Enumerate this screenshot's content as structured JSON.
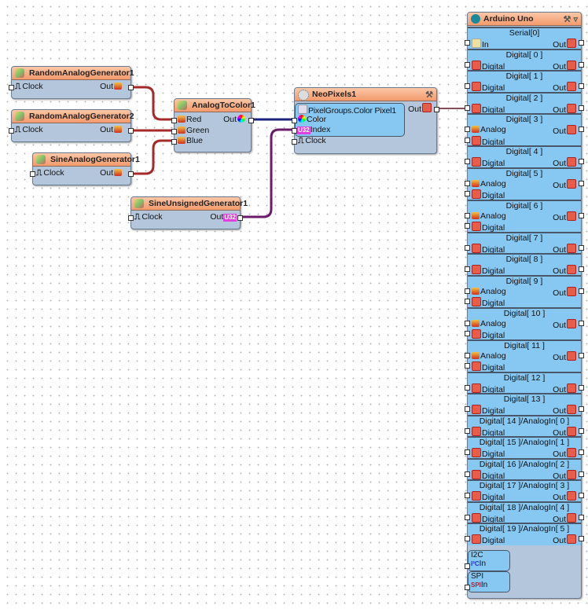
{
  "components": {
    "rag1": {
      "title": "RandomAnalogGenerator1",
      "clock": "Clock",
      "out": "Out"
    },
    "rag2": {
      "title": "RandomAnalogGenerator2",
      "clock": "Clock",
      "out": "Out"
    },
    "sag1": {
      "title": "SineAnalogGenerator1",
      "clock": "Clock",
      "out": "Out"
    },
    "a2c": {
      "title": "AnalogToColor1",
      "red": "Red",
      "green": "Green",
      "blue": "Blue",
      "out": "Out"
    },
    "sug1": {
      "title": "SineUnsignedGenerator1",
      "clock": "Clock",
      "out": "Out",
      "type_badge": "U32"
    },
    "neo": {
      "title": "NeoPixels1",
      "group": "PixelGroups.Color Pixel1",
      "color": "Color",
      "index": "Index",
      "index_badge": "U32",
      "clock": "Clock",
      "out": "Out"
    }
  },
  "arduino": {
    "title": "Arduino Uno",
    "sections": [
      {
        "title": "Serial[0]",
        "rows": [
          [
            "In",
            "Out"
          ]
        ]
      },
      {
        "title": "Digital[ 0 ]",
        "rows": [
          [
            "Digital",
            "Out"
          ]
        ]
      },
      {
        "title": "Digital[ 1 ]",
        "rows": [
          [
            "Digital",
            "Out"
          ]
        ]
      },
      {
        "title": "Digital[ 2 ]",
        "rows": [
          [
            "Digital",
            "Out"
          ]
        ]
      },
      {
        "title": "Digital[ 3 ]",
        "rows": [
          [
            "Analog",
            "Out"
          ],
          [
            "Digital",
            ""
          ]
        ]
      },
      {
        "title": "Digital[ 4 ]",
        "rows": [
          [
            "Digital",
            "Out"
          ]
        ]
      },
      {
        "title": "Digital[ 5 ]",
        "rows": [
          [
            "Analog",
            "Out"
          ],
          [
            "Digital",
            ""
          ]
        ]
      },
      {
        "title": "Digital[ 6 ]",
        "rows": [
          [
            "Analog",
            "Out"
          ],
          [
            "Digital",
            ""
          ]
        ]
      },
      {
        "title": "Digital[ 7 ]",
        "rows": [
          [
            "Digital",
            "Out"
          ]
        ]
      },
      {
        "title": "Digital[ 8 ]",
        "rows": [
          [
            "Digital",
            "Out"
          ]
        ]
      },
      {
        "title": "Digital[ 9 ]",
        "rows": [
          [
            "Analog",
            "Out"
          ],
          [
            "Digital",
            ""
          ]
        ]
      },
      {
        "title": "Digital[ 10 ]",
        "rows": [
          [
            "Analog",
            "Out"
          ],
          [
            "Digital",
            ""
          ]
        ]
      },
      {
        "title": "Digital[ 11 ]",
        "rows": [
          [
            "Analog",
            "Out"
          ],
          [
            "Digital",
            ""
          ]
        ]
      },
      {
        "title": "Digital[ 12 ]",
        "rows": [
          [
            "Digital",
            "Out"
          ]
        ]
      },
      {
        "title": "Digital[ 13 ]",
        "rows": [
          [
            "Digital",
            "Out"
          ]
        ]
      },
      {
        "title": "Digital[ 14 ]/AnalogIn[ 0 ]",
        "rows": [
          [
            "Digital",
            "Out"
          ]
        ]
      },
      {
        "title": "Digital[ 15 ]/AnalogIn[ 1 ]",
        "rows": [
          [
            "Digital",
            "Out"
          ]
        ]
      },
      {
        "title": "Digital[ 16 ]/AnalogIn[ 2 ]",
        "rows": [
          [
            "Digital",
            "Out"
          ]
        ]
      },
      {
        "title": "Digital[ 17 ]/AnalogIn[ 3 ]",
        "rows": [
          [
            "Digital",
            "Out"
          ]
        ]
      },
      {
        "title": "Digital[ 18 ]/AnalogIn[ 4 ]",
        "rows": [
          [
            "Digital",
            "Out"
          ]
        ]
      },
      {
        "title": "Digital[ 19 ]/AnalogIn[ 5 ]",
        "rows": [
          [
            "Digital",
            "Out"
          ]
        ]
      }
    ],
    "i2c": {
      "title": "I2C",
      "in": "In"
    },
    "spi": {
      "title": "SPI",
      "in": "In"
    }
  },
  "wire_colors": {
    "analog": "#a52a2a",
    "color": "#1a237e",
    "unsigned": "#6a1b6a",
    "digital": "#8a4a5a"
  }
}
